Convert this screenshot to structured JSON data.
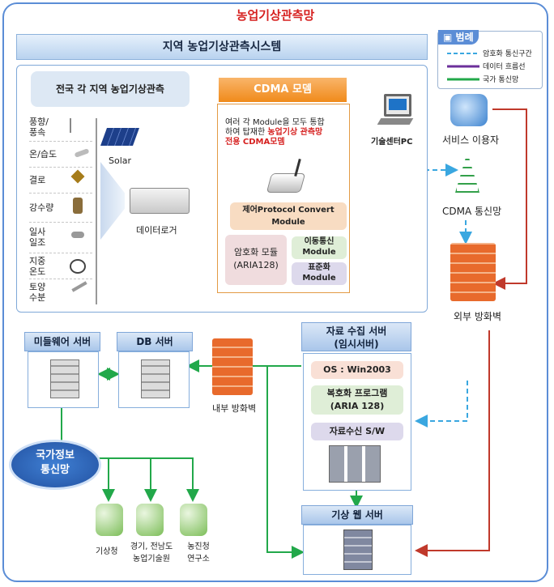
{
  "title": "농업기상관측망",
  "legend": {
    "title": "범례",
    "items": [
      {
        "label": "암호화 통신구간",
        "color": "#3aa7e0"
      },
      {
        "label": "데이터 흐름선",
        "color": "#6b2f9a"
      },
      {
        "label": "국가 통신망",
        "color": "#22a84a"
      }
    ]
  },
  "system": {
    "title": "지역 농업기상관측시스템",
    "nationwide": "전국 각 지역 농업기상관측",
    "sensors": [
      "풍향/\n풍속",
      "온/습도",
      "결로",
      "강수량",
      "일사\n일조",
      "지중\n온도",
      "토양\n수분"
    ],
    "solar": "Solar",
    "logger": "데이터로거",
    "cdma": {
      "title": "CDMA 모뎀",
      "desc_plain": "여러 각 Module을 모두 통합\n하여 탑재한 ",
      "desc_red": "농업기상 관측망\n전용 CDMA모뎀",
      "protocol": "제어Protocol Convert\nModule",
      "encrypt": "암호화 모듈\n(ARIA128)",
      "mobile": "이동통신\nModule",
      "standard": "표준화\nModule"
    }
  },
  "tech_pc": "기술센터PC",
  "service_user": "서비스 이용자",
  "cdma_network": "CDMA 통신망",
  "external_firewall": "외부 방화벽",
  "internal_firewall": "내부 방화벽",
  "middleware": "미들웨어 서버",
  "db_server": "DB 서버",
  "collect_server": {
    "title": "자료 수집 서버\n(임시서버)",
    "os": "OS : Win2003",
    "decrypt": "복호화 프로그램\n(ARIA 128)",
    "receive": "자료수신 S/W"
  },
  "web_server": "기상 웹 서버",
  "national_net": "국가정보\n통신망",
  "clients": [
    "기상청",
    "경기, 전남도\n농업기술원",
    "농진청\n연구소"
  ],
  "colors": {
    "encrypted": "#3aa7e0",
    "dataflow": "#6b2f9a",
    "national": "#22a84a",
    "red": "#c0392b"
  }
}
